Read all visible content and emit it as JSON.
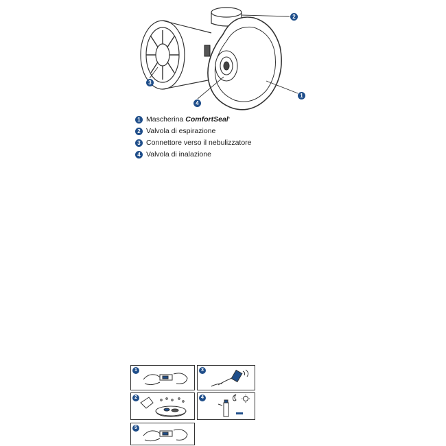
{
  "diagram": {
    "callouts": [
      "2",
      "3",
      "4",
      "1"
    ]
  },
  "legend": {
    "items": [
      {
        "num": "1",
        "label": "Mascherina",
        "brand": "ComfortSeal",
        "brand_mark": "*"
      },
      {
        "num": "2",
        "label": "Valvola di espirazione"
      },
      {
        "num": "3",
        "label": "Connettore verso il nebulizzatore"
      },
      {
        "num": "4",
        "label": "Valvola di inalazione"
      }
    ]
  },
  "steps": {
    "items": [
      {
        "num": "1",
        "icon": "hands-wiping-connector-icon"
      },
      {
        "num": "3",
        "icon": "hand-holding-mask-icon"
      },
      {
        "num": "2",
        "icon": "soaking-parts-in-bowl-icon"
      },
      {
        "num": "4",
        "icon": "bottle-and-air-dry-icon"
      },
      {
        "num": "5",
        "icon": "hands-assembling-connector-icon"
      }
    ]
  },
  "colors": {
    "accent": "#1f4e8a",
    "line": "#333333"
  }
}
